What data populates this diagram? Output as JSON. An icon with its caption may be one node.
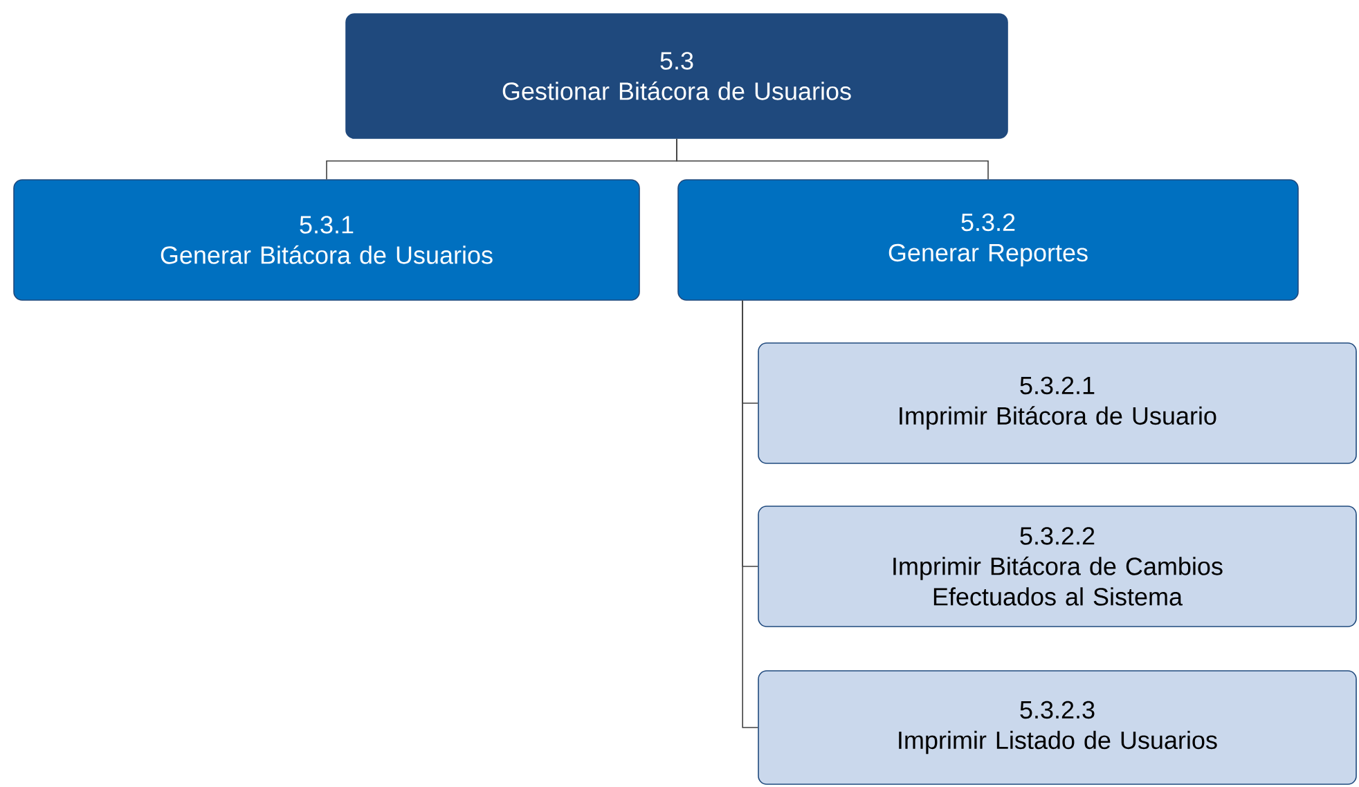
{
  "diagram": {
    "nodes": [
      {
        "text": [
          "5.3",
          "Gestionar Bitácora de Usuarios"
        ]
      },
      {
        "text": [
          "5.3.1",
          "Generar Bitácora de Usuarios"
        ]
      },
      {
        "text": [
          "5.3.2",
          "Generar Reportes"
        ]
      },
      {
        "text": [
          "5.3.2.1",
          "Imprimir Bitácora de Usuario"
        ]
      },
      {
        "text": [
          "5.3.2.2",
          "Imprimir Bitácora de Cambios Efectuados al Sistema"
        ]
      },
      {
        "text": [
          "5.3.2.3",
          "Imprimir Listado de Usuarios"
        ]
      }
    ],
    "edges": [
      {
        "from": 0,
        "to": 1,
        "arrow": "none"
      },
      {
        "from": 0,
        "to": 2,
        "arrow": "none"
      },
      {
        "from": 2,
        "to": 3,
        "arrow": "none"
      },
      {
        "from": 2,
        "to": 4,
        "arrow": "none"
      },
      {
        "from": 2,
        "to": 5,
        "arrow": "none"
      }
    ]
  }
}
